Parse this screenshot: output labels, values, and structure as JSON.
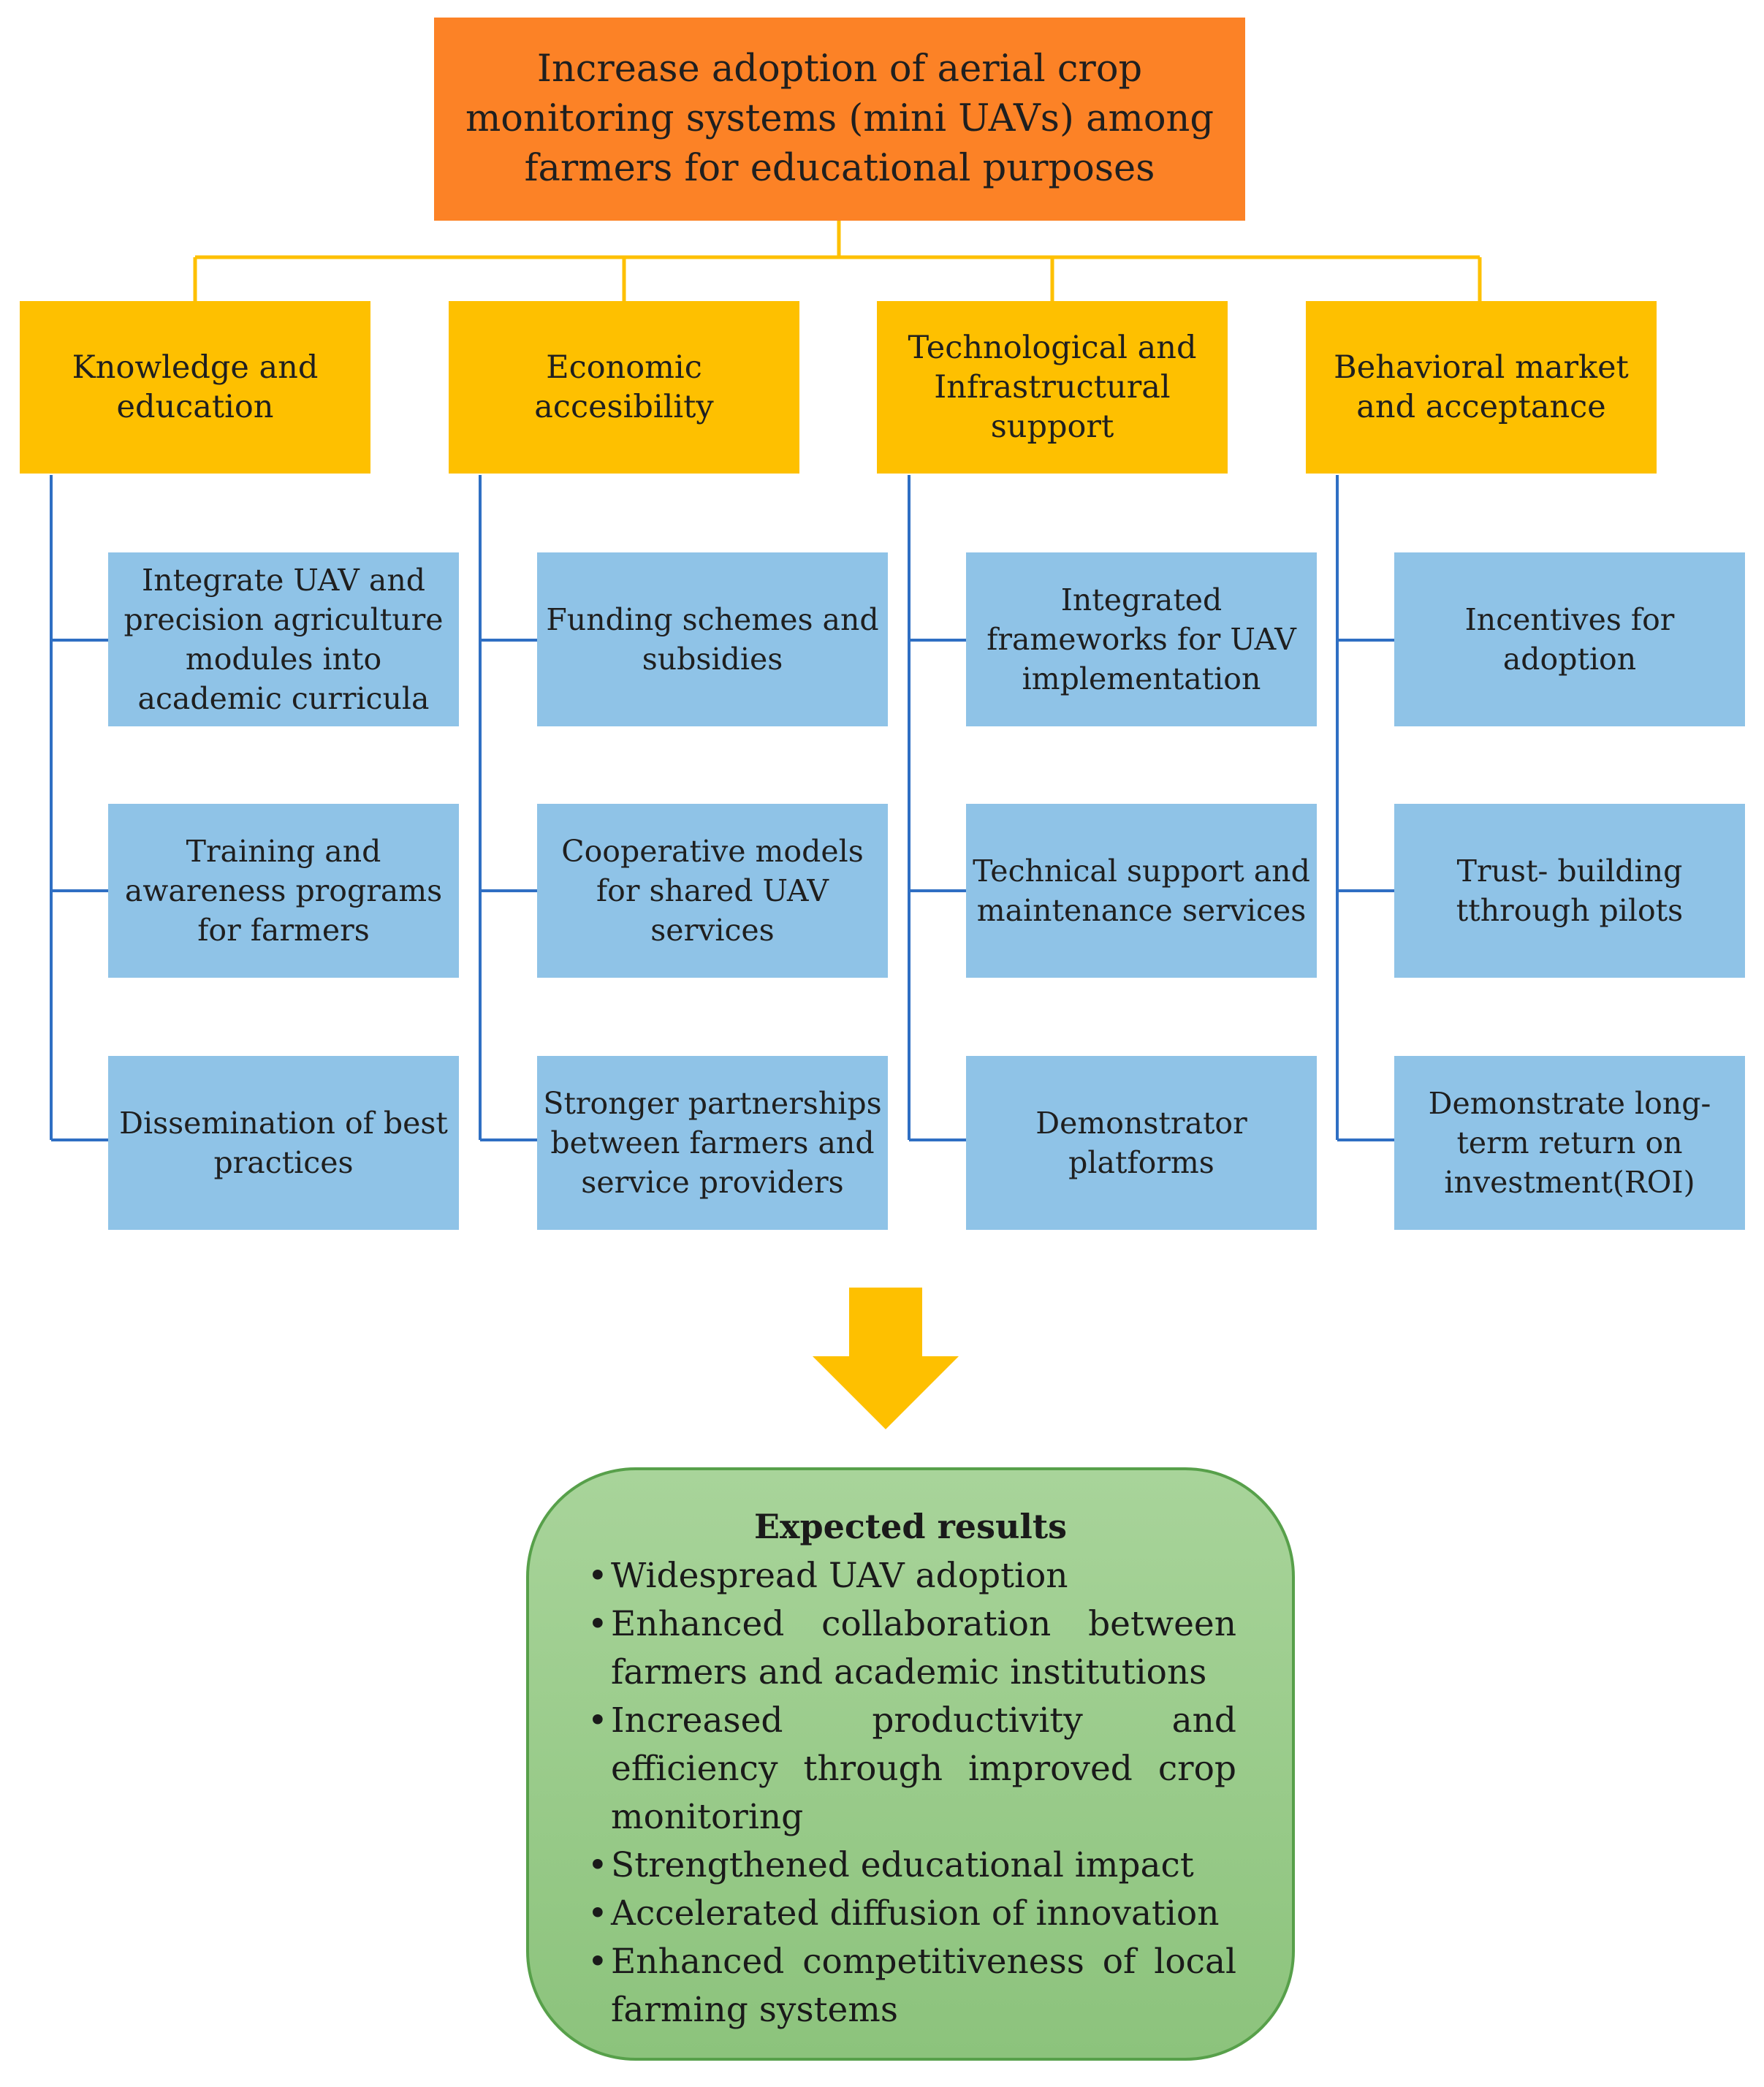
{
  "goal": "Increase adoption of aerial crop monitoring systems (mini UAVs) among farmers for educational purposes",
  "categories": [
    {
      "label": "Knowledge and education",
      "items": [
        "Integrate UAV and precision agriculture modules into academic curricula",
        "Training and awareness programs for farmers",
        "Dissemination of best practices"
      ]
    },
    {
      "label": "Economic accesibility",
      "items": [
        "Funding schemes and subsidies",
        "Cooperative models for shared UAV services",
        "Stronger partnerships between farmers and service providers"
      ]
    },
    {
      "label": "Technological and Infrastructural support",
      "items": [
        "Integrated frameworks for UAV implementation",
        "Technical support and maintenance services",
        "Demonstrator platforms"
      ]
    },
    {
      "label": "Behavioral market and acceptance",
      "items": [
        "Incentives for adoption",
        "Trust- building tthrough pilots",
        "Demonstrate long-term return on investment(ROI)"
      ]
    }
  ],
  "results": {
    "title": "Expected results",
    "items": [
      "Widespread UAV adoption",
      "Enhanced collaboration between farmers and academic institutions",
      "Increased productivity and efficiency through improved crop monitoring",
      "Strengthened educational impact",
      "Accelerated diffusion of innovation",
      "Enhanced competitiveness of local farming systems"
    ]
  },
  "colors": {
    "goal": "#fc8226",
    "category": "#fec000",
    "subitem": "#8fc3e7",
    "results": "#a8d49a",
    "results_border": "#57a04a",
    "arrow": "#fec000",
    "tree_line": "#2f6fc3"
  }
}
